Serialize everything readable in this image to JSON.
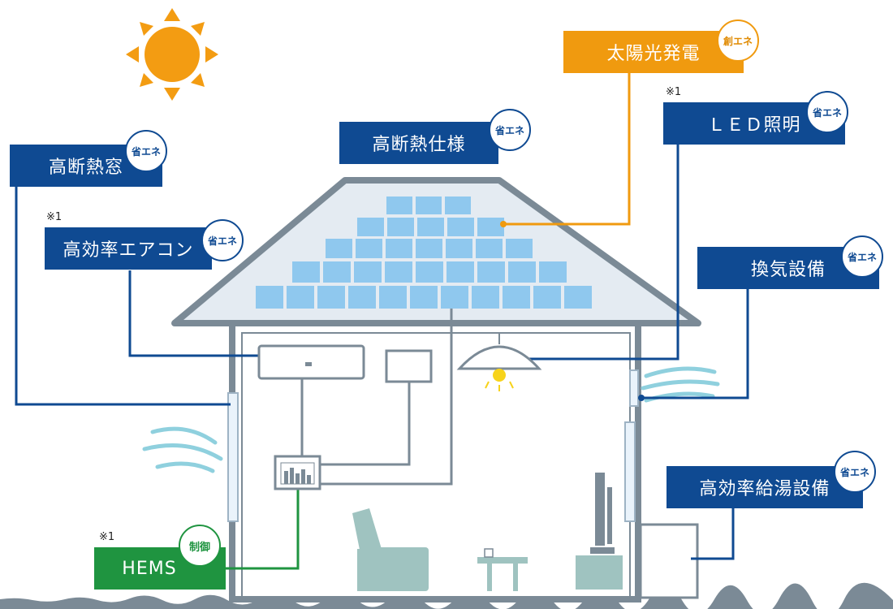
{
  "labels": {
    "solar": {
      "text": "太陽光発電",
      "badge": "創エネ"
    },
    "led": {
      "text": "ＬＥＤ照明",
      "badge": "省エネ",
      "note": "※1"
    },
    "insulation": {
      "text": "高断熱仕様",
      "badge": "省エネ"
    },
    "window": {
      "text": "高断熱窓",
      "badge": "省エネ"
    },
    "aircon": {
      "text": "高効率エアコン",
      "badge": "省エネ",
      "note": "※1"
    },
    "ventilation": {
      "text": "換気設備",
      "badge": "省エネ"
    },
    "water_heater": {
      "text": "高効率給湯設備",
      "badge": "省エネ"
    },
    "hems": {
      "text": "HEMS",
      "badge": "制御",
      "note": "※1"
    }
  },
  "colors": {
    "category_blue": "#0f4a92",
    "category_orange": "#f09a0f",
    "category_green": "#1f9440",
    "house_outline": "#7b8a96",
    "roof_fill": "#e4ebf2",
    "solar_panel": "#8fc8ee",
    "wind": "#8fd0de",
    "furniture": "#9fc3c0",
    "sun": "#f39c12"
  }
}
